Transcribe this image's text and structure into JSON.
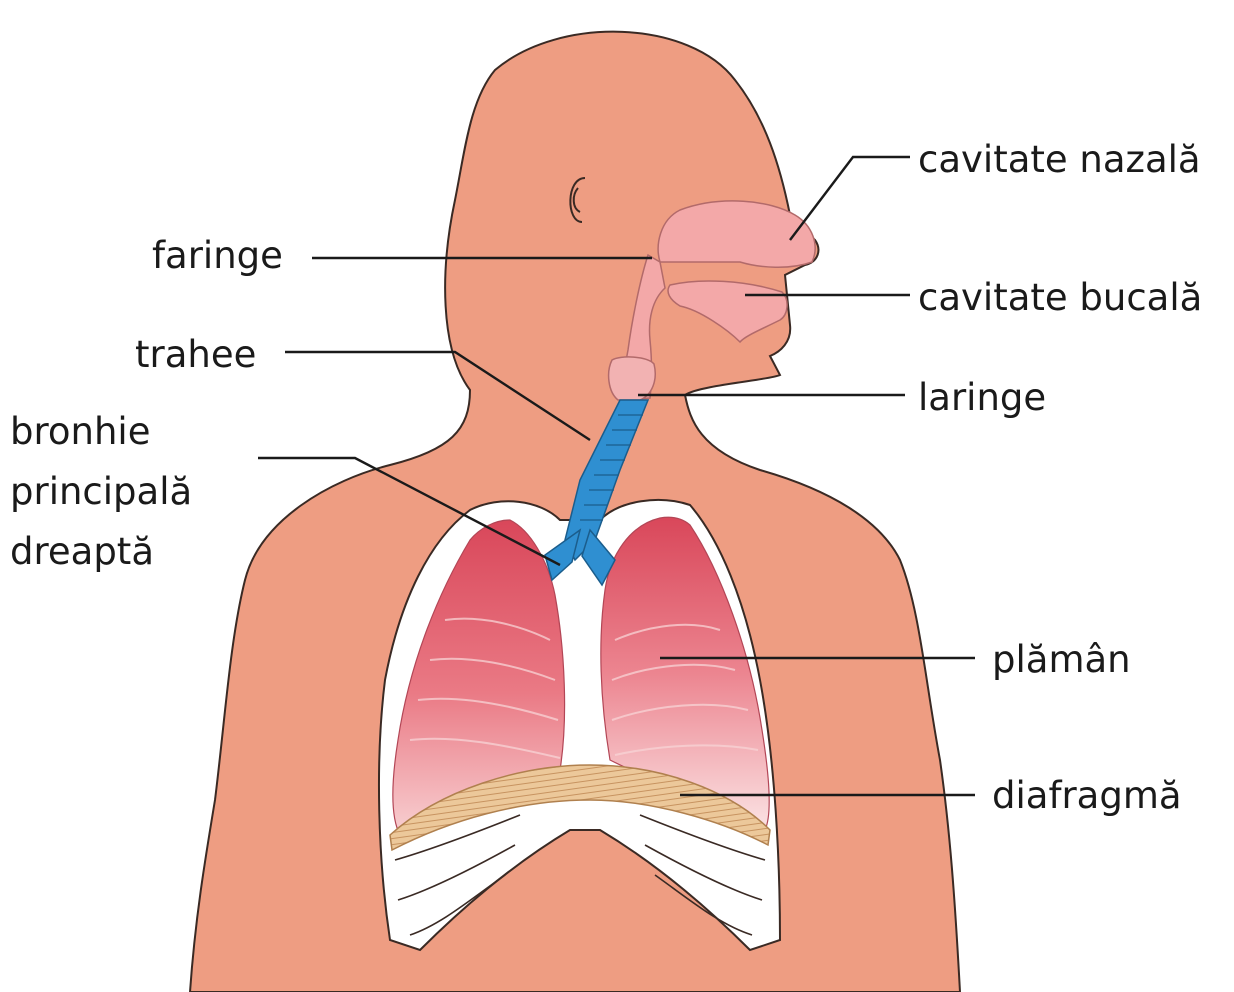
{
  "labels": {
    "cavitate_nazala": "cavitate nazală",
    "faringe": "faringe",
    "cavitate_bucala": "cavitate bucală",
    "trahee": "trahee",
    "laringe": "laringe",
    "bronhie_principala_dreapta": [
      "bronhie",
      "principală",
      "dreaptă"
    ],
    "plaman": "plămân",
    "diafragma": "diafragmă"
  },
  "colors": {
    "skin": "#ee9d82",
    "skin_outline": "#3a2a24",
    "airway": "#f3a8a8",
    "trachea": "#2f8fd1",
    "lung": "#e25c6a",
    "lung_light": "#f6c5c6",
    "rib": "#ffffff",
    "diaphragm": "#e8c090"
  }
}
